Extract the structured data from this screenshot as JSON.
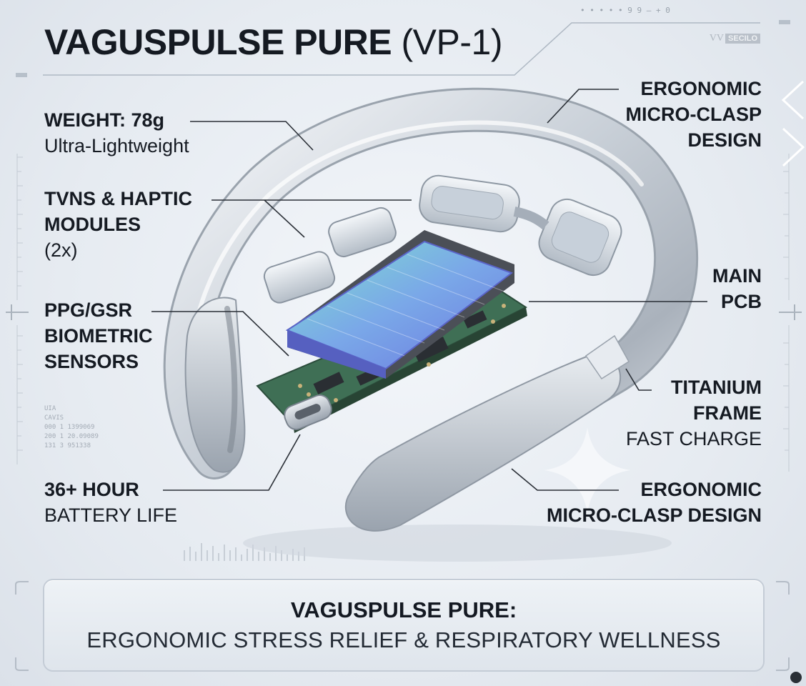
{
  "title": {
    "bold": "VAGUSPULSE PURE",
    "regular": "(VP-1)"
  },
  "header_deco": "• • • • • 9 9   — + 0",
  "logo": {
    "mark": "VV",
    "box": "SECILO"
  },
  "labels": {
    "weight": {
      "bold": "WEIGHT: 78g",
      "regular": "Ultra-Lightweight"
    },
    "tvns": {
      "line1": "TVNS & HAPTIC",
      "line2": "MODULES",
      "line3": "(2x)"
    },
    "ppg": {
      "line1": "PPG/GSR",
      "line2": "BIOMETRIC",
      "line3": "SENSORS"
    },
    "battery": {
      "bold": "36+ HOUR",
      "regular": "BATTERY LIFE"
    },
    "clasp_top": {
      "line1": "ERGONOMIC",
      "line2": "MICRO-CLASP",
      "line3": "DESIGN"
    },
    "pcb": {
      "line1": "MAIN",
      "line2": "PCB"
    },
    "titanium": {
      "line1": "TITANIUM",
      "line2": "FRAME",
      "line3": "FAST CHARGE"
    },
    "clasp_bottom": {
      "line1": "ERGONOMIC",
      "line2": "MICRO-CLASP DESIGN"
    }
  },
  "banner": {
    "title": "VAGUSPULSE PURE:",
    "subtitle": "ERGONOMIC STRESS RELIEF & RESPIRATORY WELLNESS"
  },
  "spec_table": [
    "UIA",
    "CAVIS",
    "000  1  1399069",
    "200  1  20.09089",
    "131  3  951338"
  ]
}
